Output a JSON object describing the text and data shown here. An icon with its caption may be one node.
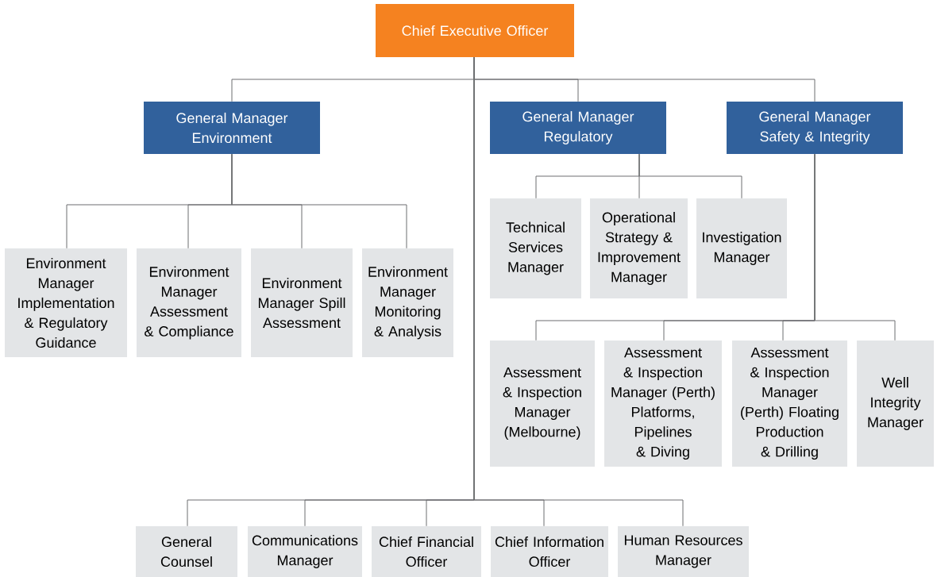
{
  "diagram": {
    "nodes": [
      {
        "text": [
          "Chief Executive Officer"
        ]
      },
      {
        "text": [
          "General Manager Environment"
        ]
      },
      {
        "text": [
          "General Manager Regulatory"
        ]
      },
      {
        "text": [
          "General Manager Safety & Integrity"
        ]
      },
      {
        "text": [
          "Environment Manager Implementation & Regulatory Guidance"
        ]
      },
      {
        "text": [
          "Environment Manager Assessment & Compliance"
        ]
      },
      {
        "text": [
          "Environment Manager Spill Assessment"
        ]
      },
      {
        "text": [
          "Environment Manager Monitoring & Analysis"
        ]
      },
      {
        "text": [
          "Technical Services Manager"
        ]
      },
      {
        "text": [
          "Operational Strategy & Improvement Manager"
        ]
      },
      {
        "text": [
          "Investigation Manager"
        ]
      },
      {
        "text": [
          "Assessment & Inspection Manager (Melbourne)"
        ]
      },
      {
        "text": [
          "Assessment & Inspection Manager (Perth) Platforms, Pipelines & Diving"
        ]
      },
      {
        "text": [
          "Assessment & Inspection Manager (Perth) Floating Production & Drilling"
        ]
      },
      {
        "text": [
          "Well Integrity Manager"
        ]
      },
      {
        "text": [
          "General Counsel"
        ]
      },
      {
        "text": [
          "Communications Manager"
        ]
      },
      {
        "text": [
          "Chief Financial Officer"
        ]
      },
      {
        "text": [
          "Chief Information Officer"
        ]
      },
      {
        "text": [
          "Human Resources Manager"
        ]
      }
    ],
    "edges": [
      {
        "from": 0,
        "to": 1,
        "arrow": "none"
      },
      {
        "from": 0,
        "to": 2,
        "arrow": "none"
      },
      {
        "from": 0,
        "to": 3,
        "arrow": "none"
      },
      {
        "from": 1,
        "to": 4,
        "arrow": "none"
      },
      {
        "from": 1,
        "to": 5,
        "arrow": "none"
      },
      {
        "from": 1,
        "to": 6,
        "arrow": "none"
      },
      {
        "from": 1,
        "to": 7,
        "arrow": "none"
      },
      {
        "from": 2,
        "to": 8,
        "arrow": "none"
      },
      {
        "from": 2,
        "to": 9,
        "arrow": "none"
      },
      {
        "from": 2,
        "to": 10,
        "arrow": "none"
      },
      {
        "from": 3,
        "to": 11,
        "arrow": "none"
      },
      {
        "from": 3,
        "to": 12,
        "arrow": "none"
      },
      {
        "from": 3,
        "to": 13,
        "arrow": "none"
      },
      {
        "from": 3,
        "to": 14,
        "arrow": "none"
      },
      {
        "from": 0,
        "to": 15,
        "arrow": "none"
      },
      {
        "from": 0,
        "to": 16,
        "arrow": "none"
      },
      {
        "from": 0,
        "to": 17,
        "arrow": "none"
      },
      {
        "from": 0,
        "to": 18,
        "arrow": "none"
      },
      {
        "from": 0,
        "to": 19,
        "arrow": "none"
      }
    ]
  }
}
